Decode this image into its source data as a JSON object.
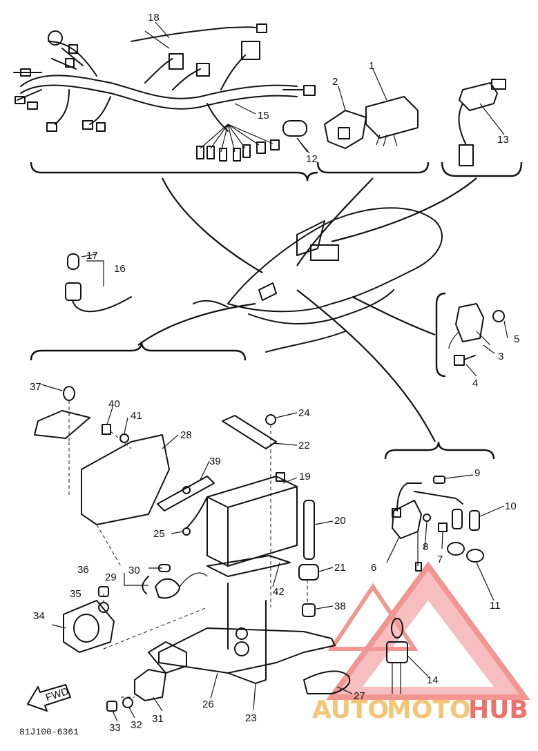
{
  "part_labels": [
    {
      "id": "1",
      "text": "1"
    },
    {
      "id": "2",
      "text": "2"
    },
    {
      "id": "3",
      "text": "3"
    },
    {
      "id": "4",
      "text": "4"
    },
    {
      "id": "5",
      "text": "5"
    },
    {
      "id": "6",
      "text": "6"
    },
    {
      "id": "7",
      "text": "7"
    },
    {
      "id": "8",
      "text": "8"
    },
    {
      "id": "9",
      "text": "9"
    },
    {
      "id": "10",
      "text": "10"
    },
    {
      "id": "11",
      "text": "11"
    },
    {
      "id": "12",
      "text": "12"
    },
    {
      "id": "13",
      "text": "13"
    },
    {
      "id": "14",
      "text": "14"
    },
    {
      "id": "15",
      "text": "15"
    },
    {
      "id": "16",
      "text": "16"
    },
    {
      "id": "17",
      "text": "17"
    },
    {
      "id": "18",
      "text": "18"
    },
    {
      "id": "19",
      "text": "19"
    },
    {
      "id": "20",
      "text": "20"
    },
    {
      "id": "21",
      "text": "21"
    },
    {
      "id": "22",
      "text": "22"
    },
    {
      "id": "23",
      "text": "23"
    },
    {
      "id": "24",
      "text": "24"
    },
    {
      "id": "25",
      "text": "25"
    },
    {
      "id": "26",
      "text": "26"
    },
    {
      "id": "27",
      "text": "27"
    },
    {
      "id": "28",
      "text": "28"
    },
    {
      "id": "29",
      "text": "29"
    },
    {
      "id": "30",
      "text": "30"
    },
    {
      "id": "31",
      "text": "31"
    },
    {
      "id": "32",
      "text": "32"
    },
    {
      "id": "33",
      "text": "33"
    },
    {
      "id": "34",
      "text": "34"
    },
    {
      "id": "35",
      "text": "35"
    },
    {
      "id": "36",
      "text": "36"
    },
    {
      "id": "37",
      "text": "37"
    },
    {
      "id": "38",
      "text": "38"
    },
    {
      "id": "39",
      "text": "39"
    },
    {
      "id": "40",
      "text": "40"
    },
    {
      "id": "41",
      "text": "41"
    },
    {
      "id": "42",
      "text": "42"
    }
  ],
  "fwd_arrow_text": "FWD",
  "diagram_code": "81J100-6361",
  "watermark": {
    "text_part1": "AUTO",
    "text_part2": "MOTO",
    "text_part3": "HUB",
    "color_primary": "#e8413a",
    "color_secondary": "#f2b24a"
  }
}
